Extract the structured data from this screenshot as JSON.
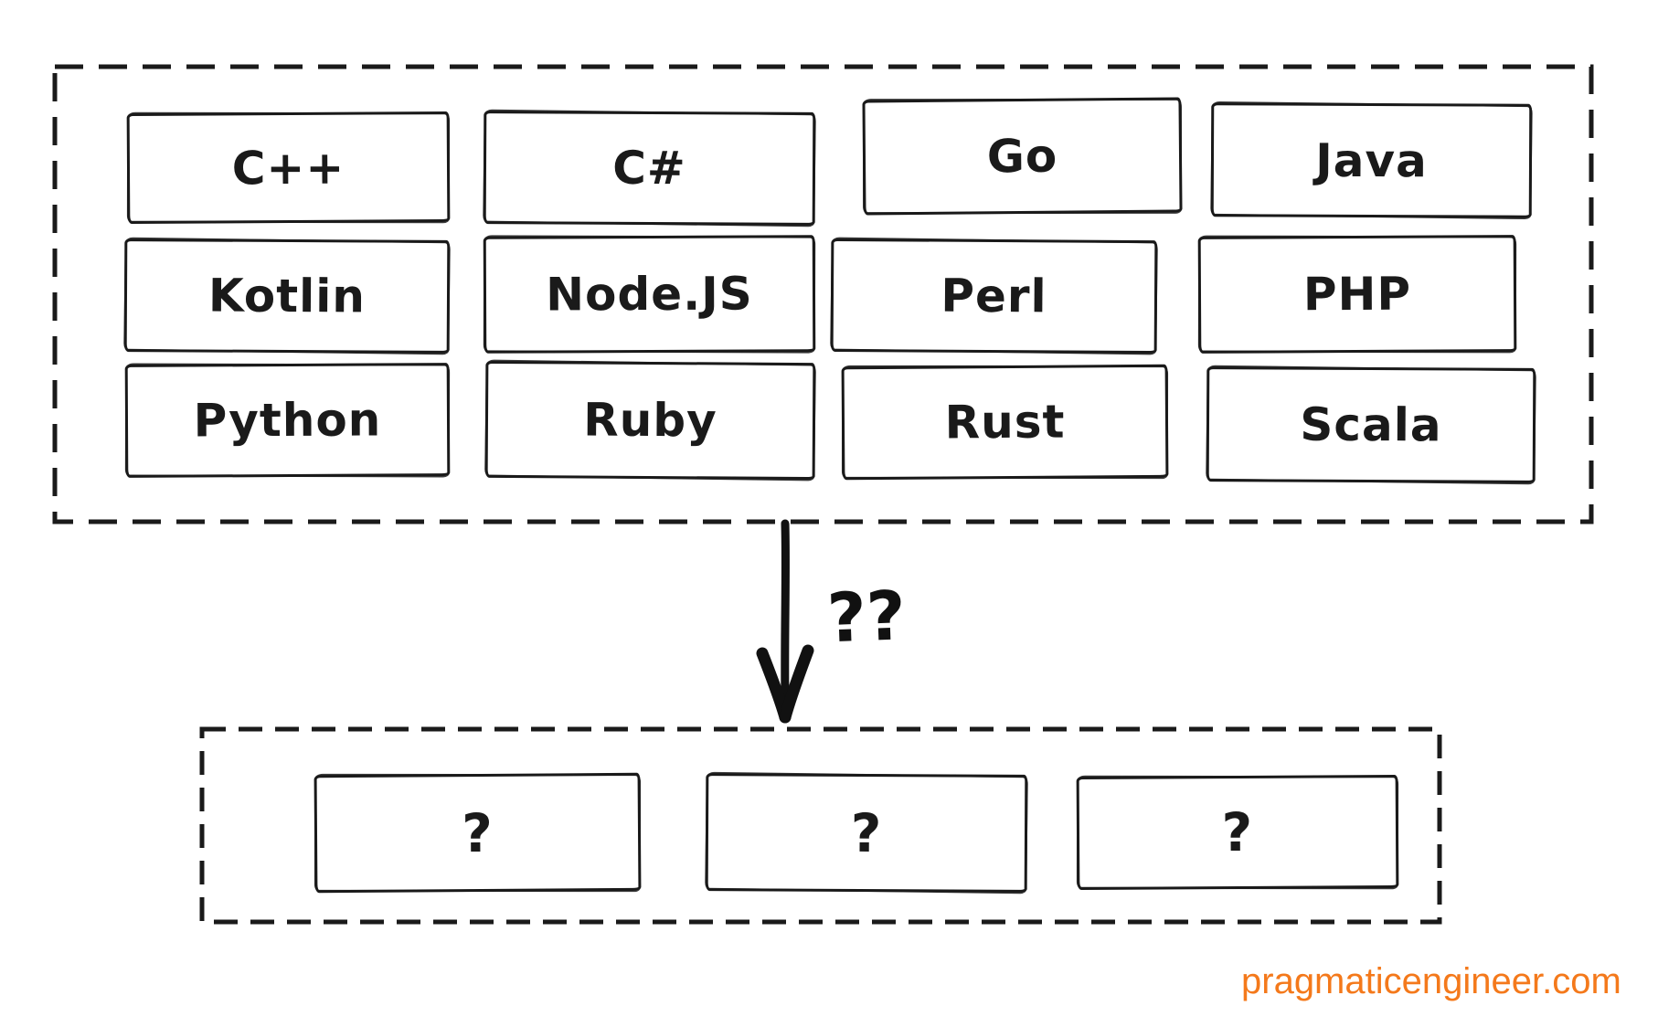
{
  "top_group": {
    "languages": [
      "C++",
      "C#",
      "Go",
      "Java",
      "Kotlin",
      "Node.JS",
      "Perl",
      "PHP",
      "Python",
      "Ruby",
      "Rust",
      "Scala"
    ]
  },
  "arrow": {
    "label": "??"
  },
  "bottom_group": {
    "placeholders": [
      "?",
      "?",
      "?"
    ]
  },
  "watermark": {
    "text": "pragmaticengineer.com"
  },
  "colors": {
    "ink": "#1a1a1a",
    "watermark_orange": "#f4791b",
    "background": "#ffffff"
  }
}
